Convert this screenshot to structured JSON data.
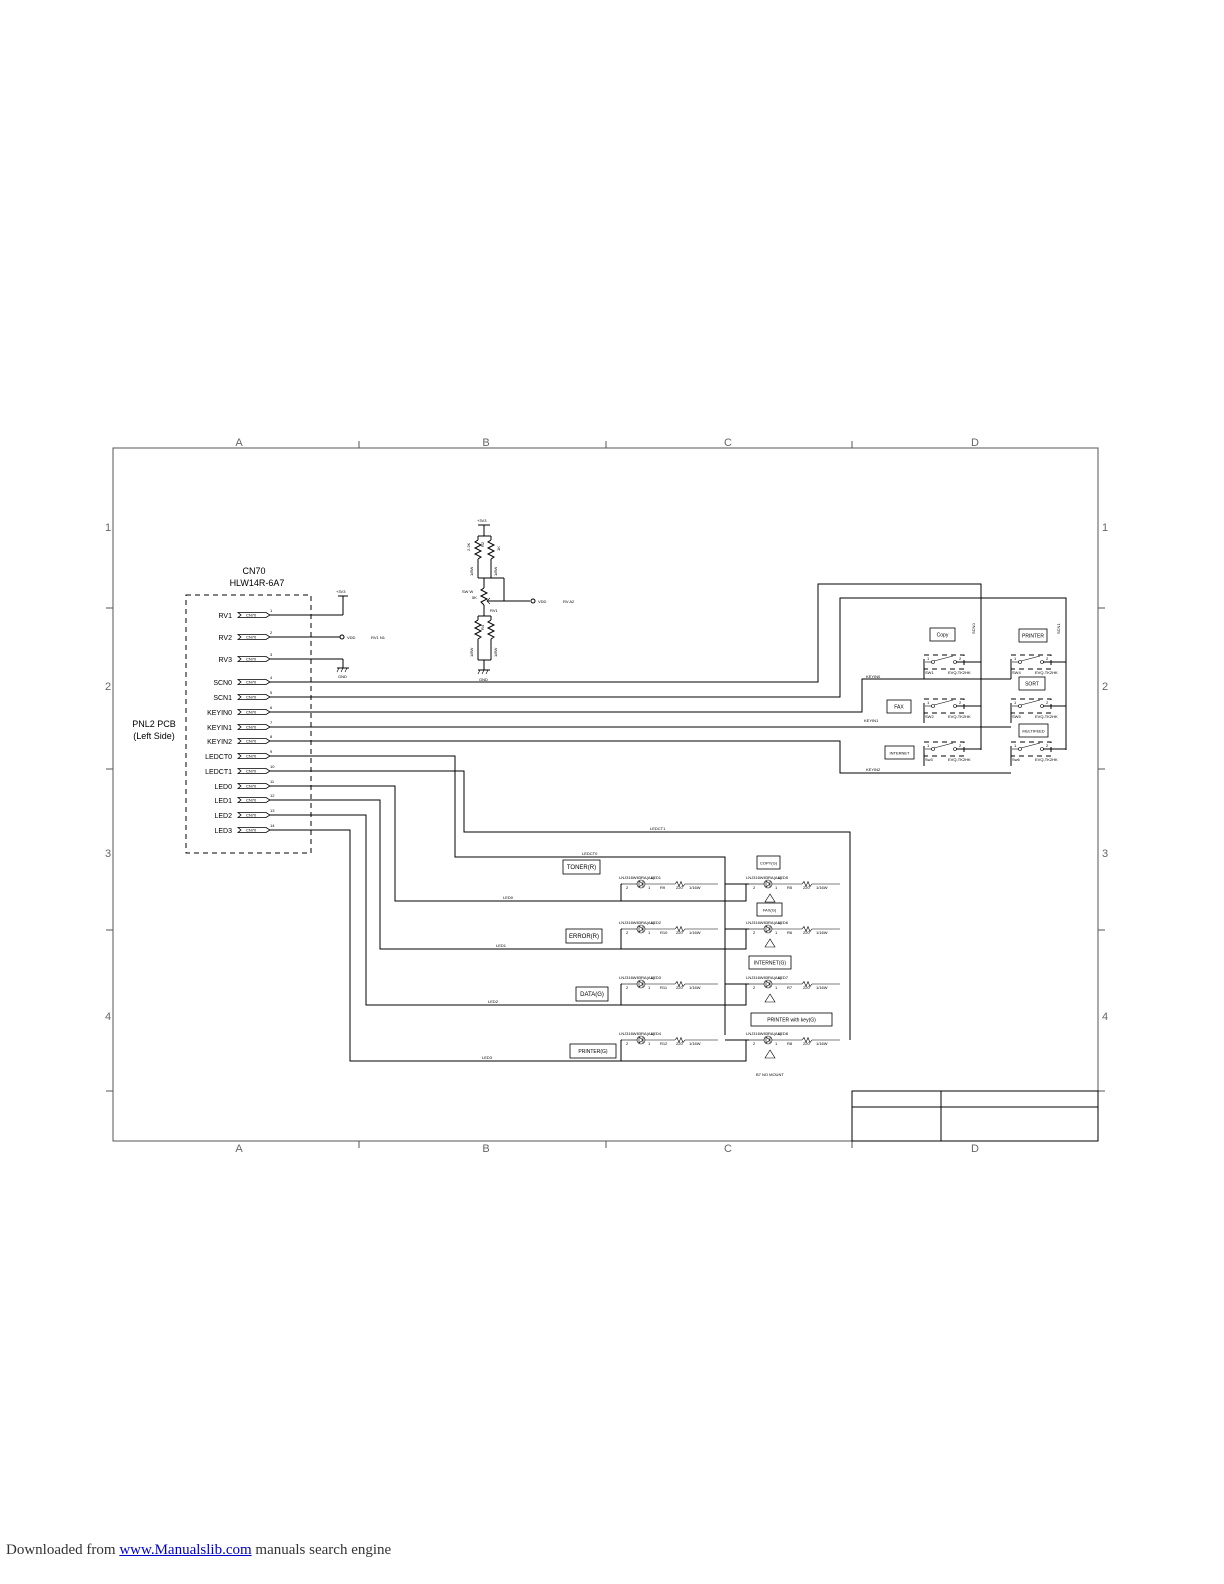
{
  "grid": {
    "cols": [
      "A",
      "B",
      "C",
      "D"
    ],
    "rows": [
      "1",
      "2",
      "3",
      "4"
    ]
  },
  "connector": {
    "name": "CN70",
    "part": "HLW14R-6A7",
    "pcb_line1": "PNL2 PCB",
    "pcb_line2": "(Left Side)",
    "pins": [
      {
        "label": "RV1",
        "num": "1"
      },
      {
        "label": "RV2",
        "num": "2"
      },
      {
        "label": "RV3",
        "num": "3"
      },
      {
        "label": "SCN0",
        "num": "4"
      },
      {
        "label": "SCN1",
        "num": "5"
      },
      {
        "label": "KEYIN0",
        "num": "6"
      },
      {
        "label": "KEYIN1",
        "num": "7"
      },
      {
        "label": "KEYIN2",
        "num": "8"
      },
      {
        "label": "LEDCT0",
        "num": "9"
      },
      {
        "label": "LEDCT1",
        "num": "10"
      },
      {
        "label": "LED0",
        "num": "11"
      },
      {
        "label": "LED1",
        "num": "12"
      },
      {
        "label": "LED2",
        "num": "13"
      },
      {
        "label": "LED3",
        "num": "14"
      }
    ],
    "pin_tag": "CN70"
  },
  "power": {
    "p33": "+3V3",
    "vdd": "VDD",
    "gnd": "GND",
    "rv2_note": "RV1 N1",
    "rv_note": "RV A2"
  },
  "pot": {
    "top": "+3V3",
    "r_top": "2.2K",
    "r_bot": "1K",
    "watt": "1/8W",
    "pot_name": "RV1",
    "pot_val": "5K",
    "r_values": [
      "R2",
      "R3",
      "R4",
      "R5"
    ],
    "mid": "SW W",
    "gnd": "GND",
    "out": "VDD",
    "out_note": "RV A2"
  },
  "switches": {
    "scn_label_1": "SCN0",
    "scn_label_2": "SCN1",
    "rows": [
      {
        "keyin": "KEYIN0",
        "left": {
          "label": "Copy",
          "sw": "SW1",
          "part": "EVQ-TK2HK"
        },
        "right": {
          "label": "PRINTER",
          "sw": "SW4",
          "part": "EVQ-TK2HK"
        }
      },
      {
        "keyin": "KEYIN1",
        "left": {
          "label": "FAX",
          "sw": "SW2",
          "part": "EVQ-TK2HK"
        },
        "right": {
          "label": "SORT",
          "sw": "SW5",
          "part": "EVQ-TK2HK"
        }
      },
      {
        "keyin": "KEYIN2",
        "left": {
          "label": "INTERNET",
          "sw": "Sw3",
          "part": "EVQ-TK2HK"
        },
        "right": {
          "label": "MULTIFEED",
          "sw": "Sw6",
          "part": "EVQ-TK2HK"
        }
      }
    ]
  },
  "leds": {
    "net_ledct0": "LEDCT0",
    "net_ledct1": "LEDCT1",
    "left": [
      {
        "label": "TONER(R)",
        "part": "LNJ316W83RA(AA)",
        "ref": "LED1",
        "res": "R9",
        "rval": "220",
        "watt": "1/16W",
        "net": "LED0"
      },
      {
        "label": "ERROR(R)",
        "part": "LNJ316W83RA(AA)",
        "ref": "LED2",
        "res": "R10",
        "rval": "220",
        "watt": "1/16W",
        "net": "LED1"
      },
      {
        "label": "DATA(G)",
        "part": "LNJ316W83RA(AA)",
        "ref": "LED3",
        "res": "R11",
        "rval": "220",
        "watt": "1/16W",
        "net": "LED2"
      },
      {
        "label": "PRINTER(G)",
        "part": "LNJ316W83RA(AA)",
        "ref": "LED4",
        "res": "R12",
        "rval": "220",
        "watt": "1/16W",
        "net": "LED3"
      }
    ],
    "right": [
      {
        "label": "COPY(G)",
        "part": "LNJ316W83RA(AA)",
        "ref": "LED5",
        "res": "R5",
        "rval": "220",
        "watt": "1/16W"
      },
      {
        "label": "FAX(G)",
        "part": "LNJ316W83RA(AA)",
        "ref": "LED6",
        "res": "R6",
        "rval": "220",
        "watt": "1/16W"
      },
      {
        "label": "INTERNET(G)",
        "part": "LNJ316W83RA(AA)",
        "ref": "LED7",
        "res": "R7",
        "rval": "220",
        "watt": "1/16W"
      },
      {
        "label": "PRINTER with key(G)",
        "part": "LNJ316W83RA(AA)",
        "ref": "LED8",
        "res": "R8",
        "rval": "220",
        "watt": "1/16W"
      }
    ],
    "note": "B7 NO MOUNT"
  },
  "footer": {
    "prefix": "Downloaded from ",
    "link": "www.Manualslib.com",
    "suffix": " manuals search engine"
  }
}
